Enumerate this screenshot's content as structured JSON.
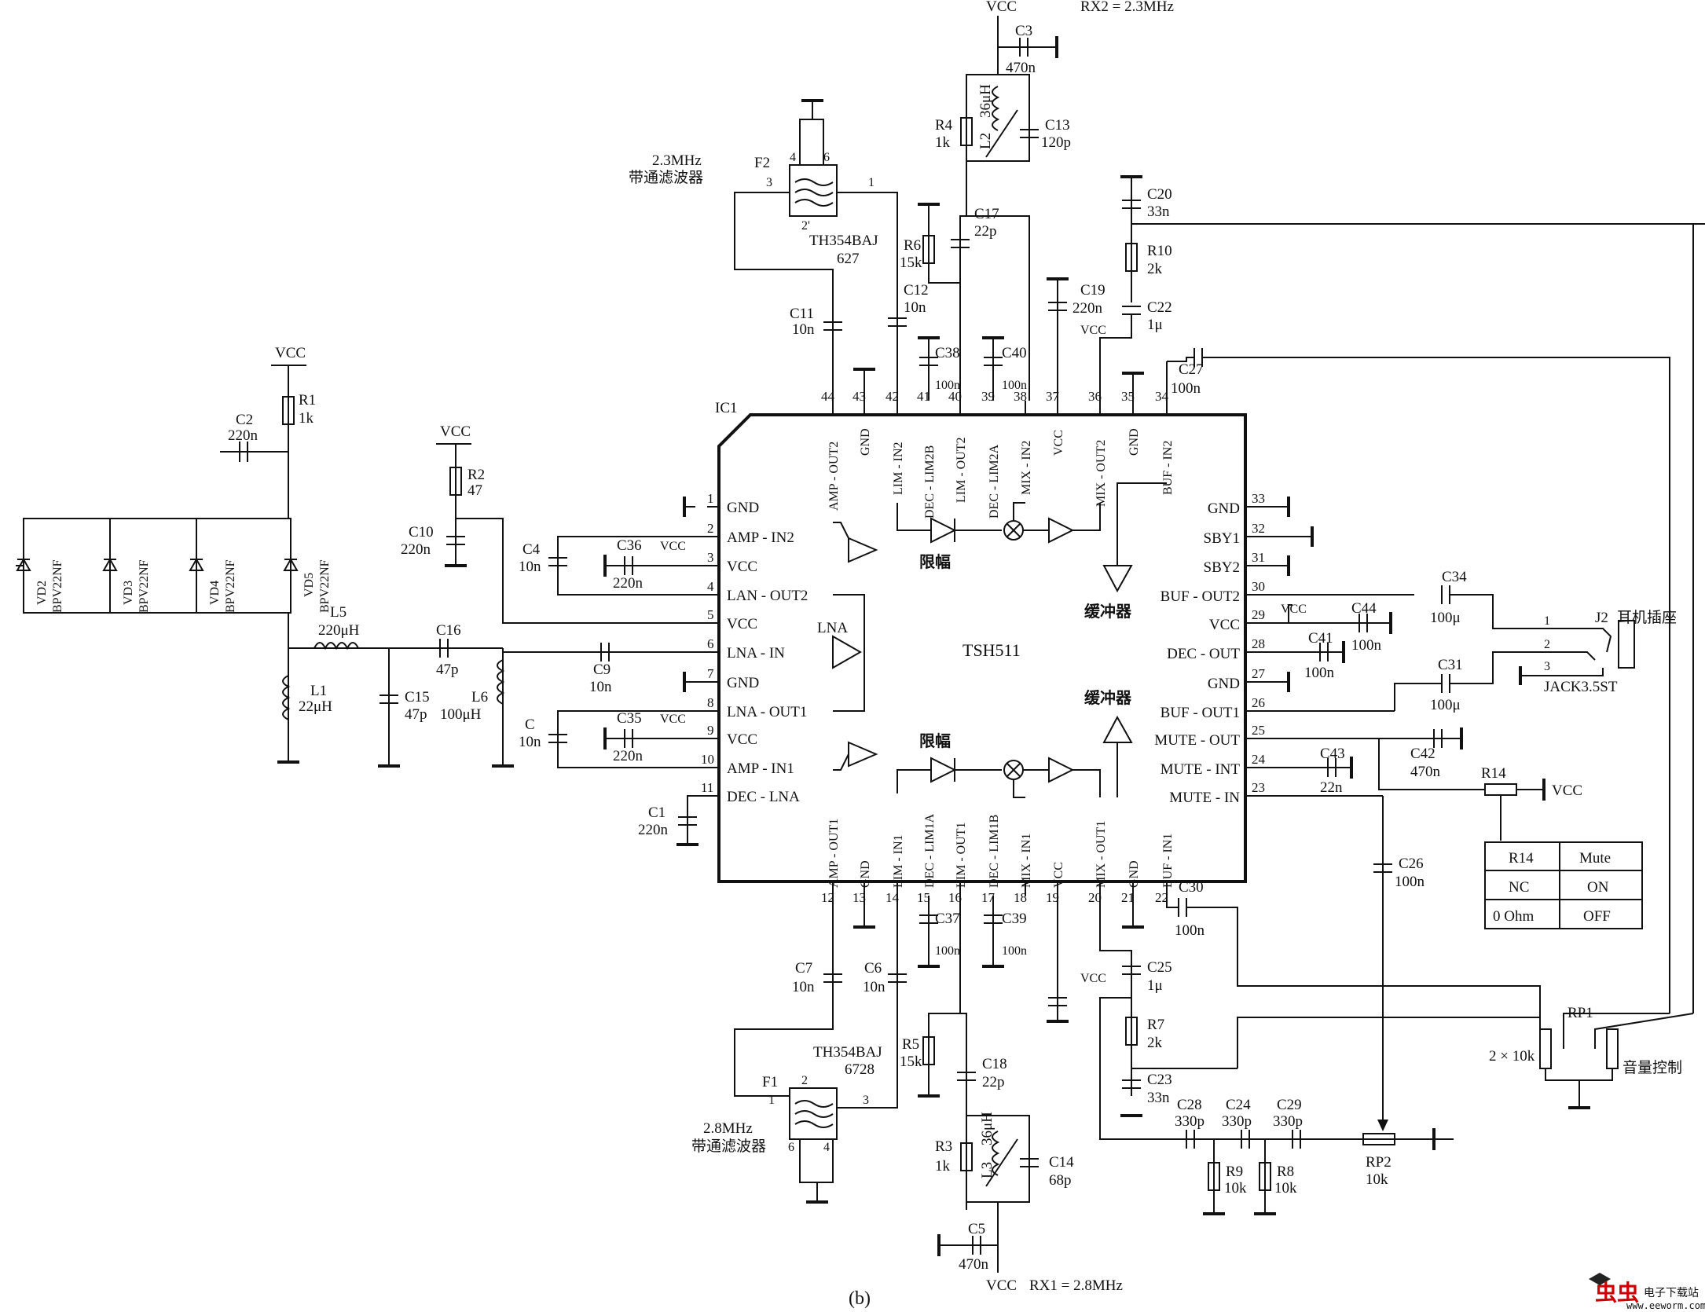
{
  "ic": {
    "name": "IC1",
    "part": "TSH511"
  },
  "header": {
    "vcc": "VCC",
    "rx2": "RX2 = 2.3MHz",
    "rx1": "RX1 = 2.8MHz"
  },
  "figure": {
    "caption": "(b)"
  },
  "pins_left": [
    {
      "num": "1",
      "name": "GND"
    },
    {
      "num": "2",
      "name": "AMP - IN2"
    },
    {
      "num": "3",
      "name": "VCC"
    },
    {
      "num": "4",
      "name": "LAN - OUT2"
    },
    {
      "num": "5",
      "name": "VCC"
    },
    {
      "num": "6",
      "name": "LNA - IN"
    },
    {
      "num": "7",
      "name": "GND"
    },
    {
      "num": "8",
      "name": "LNA - OUT1"
    },
    {
      "num": "9",
      "name": "VCC"
    },
    {
      "num": "10",
      "name": "AMP - IN1"
    },
    {
      "num": "11",
      "name": "DEC - LNA"
    }
  ],
  "pins_right": [
    {
      "num": "33",
      "name": "GND"
    },
    {
      "num": "32",
      "name": "SBY1"
    },
    {
      "num": "31",
      "name": "SBY2"
    },
    {
      "num": "30",
      "name": "BUF - OUT2"
    },
    {
      "num": "29",
      "name": "VCC"
    },
    {
      "num": "28",
      "name": "DEC - OUT"
    },
    {
      "num": "27",
      "name": "GND"
    },
    {
      "num": "26",
      "name": "BUF - OUT1"
    },
    {
      "num": "25",
      "name": "MUTE - OUT"
    },
    {
      "num": "24",
      "name": "MUTE - INT"
    },
    {
      "num": "23",
      "name": "MUTE - IN"
    }
  ],
  "pins_top": [
    {
      "num": "44",
      "name": "AMP - OUT2"
    },
    {
      "num": "43",
      "name": "GND"
    },
    {
      "num": "42",
      "name": "LIM - IN2"
    },
    {
      "num": "41",
      "name": "DEC - LIM2B"
    },
    {
      "num": "40",
      "name": "LIM - OUT2"
    },
    {
      "num": "39",
      "name": "DEC - LIM2A"
    },
    {
      "num": "38",
      "name": "MIX - IN2"
    },
    {
      "num": "37",
      "name": "VCC"
    },
    {
      "num": "36",
      "name": "MIX - OUT2"
    },
    {
      "num": "35",
      "name": "GND"
    },
    {
      "num": "34",
      "name": "BUF - IN2"
    }
  ],
  "pins_bottom": [
    {
      "num": "12",
      "name": "AMP - OUT1"
    },
    {
      "num": "13",
      "name": "GND"
    },
    {
      "num": "14",
      "name": "LIM - IN1"
    },
    {
      "num": "15",
      "name": "DEC - LIM1A"
    },
    {
      "num": "16",
      "name": "LIM - OUT1"
    },
    {
      "num": "17",
      "name": "DEC - LIM1B"
    },
    {
      "num": "18",
      "name": "MIX - IN1"
    },
    {
      "num": "19",
      "name": "VCC"
    },
    {
      "num": "20",
      "name": "MIX - OUT1"
    },
    {
      "num": "21",
      "name": "GND"
    },
    {
      "num": "22",
      "name": "BUF - IN1"
    }
  ],
  "blocks": {
    "lna": "LNA",
    "limiter_top": "限幅",
    "limiter_bottom": "限幅",
    "buffer_top": "缓冲器",
    "buffer_bottom": "缓冲器"
  },
  "components": {
    "r1": [
      "R1",
      "1k"
    ],
    "c2": [
      "C2",
      "220n"
    ],
    "r2": [
      "R2",
      "47"
    ],
    "c10": [
      "C10",
      "220n"
    ],
    "vd2": [
      "VD2",
      "BPV22NF"
    ],
    "vd3": [
      "VD3",
      "BPV22NF"
    ],
    "vd4": [
      "VD4",
      "BPV22NF"
    ],
    "vd5": [
      "VD5",
      "BPV22NF"
    ],
    "l5": [
      "L5",
      "220μH"
    ],
    "c16": [
      "C16",
      "47p"
    ],
    "l1": [
      "L1",
      "22μH"
    ],
    "c15": [
      "C15",
      "47p"
    ],
    "l6": [
      "L6",
      "100μH"
    ],
    "c9": [
      "C9",
      "10n"
    ],
    "c4": [
      "C4",
      "10n"
    ],
    "c36": [
      "C36",
      "220n"
    ],
    "c": [
      "C",
      "10n"
    ],
    "c35": [
      "C35",
      "220n"
    ],
    "c1": [
      "C1",
      "220n"
    ],
    "f2": [
      "F2",
      "2.3MHz",
      "带通滤波器",
      "TH354BAJ",
      "627"
    ],
    "f1": [
      "F1",
      "2.8MHz",
      "带通滤波器",
      "TH354BAJ",
      "6728"
    ],
    "c11": [
      "C11",
      "10n"
    ],
    "c12": [
      "C12",
      "10n"
    ],
    "c3": [
      "C3",
      "470n"
    ],
    "r4": [
      "R4",
      "1k"
    ],
    "l2": [
      "L2",
      "36μH"
    ],
    "c13": [
      "C13",
      "120p"
    ],
    "c17": [
      "C17",
      "22p"
    ],
    "r6": [
      "R6",
      "15k"
    ],
    "c38": [
      "C38",
      "100n"
    ],
    "c40": [
      "C40",
      "100n"
    ],
    "c19": [
      "C19",
      "220n"
    ],
    "c20": [
      "C20",
      "33n"
    ],
    "r10": [
      "R10",
      "2k"
    ],
    "c22": [
      "C22",
      "1μ"
    ],
    "c27": [
      "C27",
      "100n"
    ],
    "c7": [
      "C7",
      "10n"
    ],
    "c6": [
      "C6",
      "10n"
    ],
    "c37": [
      "C37",
      "100n"
    ],
    "c39": [
      "C39",
      "100n"
    ],
    "r5": [
      "R5",
      "15k"
    ],
    "c18": [
      "C18",
      "22p"
    ],
    "r3": [
      "R3",
      "1k"
    ],
    "l3": [
      "L3",
      "36μH"
    ],
    "c14": [
      "C14",
      "68p"
    ],
    "c5": [
      "C5",
      "470n"
    ],
    "c25": [
      "C25",
      "1μ"
    ],
    "r7": [
      "R7",
      "2k"
    ],
    "c23": [
      "C23",
      "33n"
    ],
    "c30": [
      "C30",
      "100n"
    ],
    "c28": [
      "C28",
      "330p"
    ],
    "c24": [
      "C24",
      "330p"
    ],
    "c29": [
      "C29",
      "330p"
    ],
    "r9": [
      "R9",
      "10k"
    ],
    "r8": [
      "R8",
      "10k"
    ],
    "rp2": [
      "RP2",
      "10k"
    ],
    "c26": [
      "C26",
      "100n"
    ],
    "rp1": [
      "RP1",
      "2 × 10k",
      "音量控制"
    ],
    "c34": [
      "C34",
      "100μ"
    ],
    "c44": [
      "C44",
      "100n"
    ],
    "c41": [
      "C41",
      "100n"
    ],
    "c31": [
      "C31",
      "100μ"
    ],
    "c42": [
      "C42",
      "470n"
    ],
    "c43": [
      "C43",
      "22n"
    ],
    "r14": [
      "R14"
    ],
    "j2": [
      "J2",
      "耳机插座",
      "JACK3.5ST"
    ]
  },
  "mute_table": {
    "header": [
      "R14",
      "Mute"
    ],
    "rows": [
      [
        "NC",
        "ON"
      ],
      [
        "0 Ohm",
        "OFF"
      ]
    ]
  },
  "watermark": {
    "text": "电子下载站",
    "url": "www.eeworm.com"
  }
}
